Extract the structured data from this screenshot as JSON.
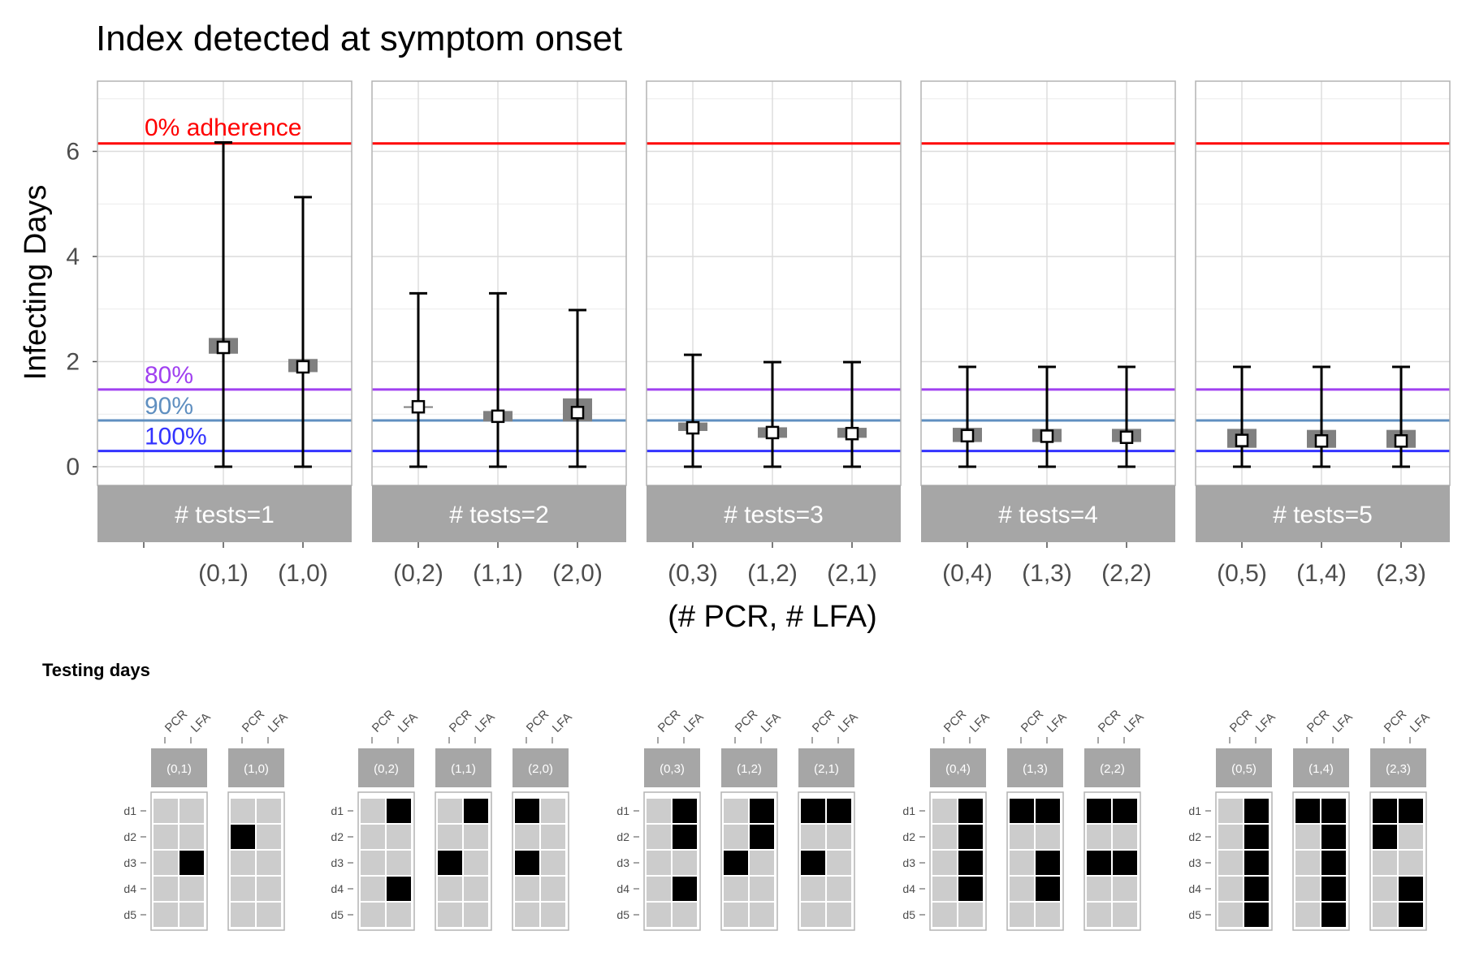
{
  "chart_data": {
    "type": "errorbar",
    "title": "Index detected at symptom onset",
    "ylabel": "Infecting Days",
    "xlabel": "(# PCR, # LFA)",
    "ylim": [
      -0.35,
      7.3
    ],
    "yticks": [
      0,
      2,
      4,
      6
    ],
    "grid": true,
    "reference_lines": [
      {
        "label": "0% adherence",
        "value": 6.15,
        "color": "#ff0000"
      },
      {
        "label": "80%",
        "value": 1.47,
        "color": "#a040f0"
      },
      {
        "label": "90%",
        "value": 0.88,
        "color": "#5f8fc0"
      },
      {
        "label": "100%",
        "value": 0.3,
        "color": "#3333ff"
      }
    ],
    "panels": [
      {
        "label": "# tests=1",
        "categories": [
          "",
          "(0,1)",
          "(1,0)"
        ],
        "points": [
          {
            "category": "(0,1)",
            "median": 2.27,
            "low": 0.0,
            "high": 6.17,
            "box_low": 2.15,
            "box_high": 2.45
          },
          {
            "category": "(1,0)",
            "median": 1.9,
            "low": 0.0,
            "high": 5.13,
            "box_low": 1.8,
            "box_high": 2.05
          }
        ]
      },
      {
        "label": "# tests=2",
        "categories": [
          "(0,2)",
          "(1,1)",
          "(2,0)"
        ],
        "points": [
          {
            "category": "(0,2)",
            "median": 1.14,
            "low": 0.0,
            "high": 3.3,
            "box_low": 1.13,
            "box_high": 1.15
          },
          {
            "category": "(1,1)",
            "median": 0.96,
            "low": 0.0,
            "high": 3.3,
            "box_low": 0.86,
            "box_high": 1.06
          },
          {
            "category": "(2,0)",
            "median": 1.03,
            "low": 0.0,
            "high": 2.98,
            "box_low": 0.86,
            "box_high": 1.3
          }
        ]
      },
      {
        "label": "# tests=3",
        "categories": [
          "(0,3)",
          "(1,2)",
          "(2,1)"
        ],
        "points": [
          {
            "category": "(0,3)",
            "median": 0.74,
            "low": 0.0,
            "high": 2.13,
            "box_low": 0.68,
            "box_high": 0.84
          },
          {
            "category": "(1,2)",
            "median": 0.65,
            "low": 0.0,
            "high": 1.99,
            "box_low": 0.55,
            "box_high": 0.75
          },
          {
            "category": "(2,1)",
            "median": 0.63,
            "low": 0.0,
            "high": 1.99,
            "box_low": 0.55,
            "box_high": 0.74
          }
        ]
      },
      {
        "label": "# tests=4",
        "categories": [
          "(0,4)",
          "(1,3)",
          "(2,2)"
        ],
        "points": [
          {
            "category": "(0,4)",
            "median": 0.59,
            "low": 0.0,
            "high": 1.9,
            "box_low": 0.47,
            "box_high": 0.74
          },
          {
            "category": "(1,3)",
            "median": 0.58,
            "low": 0.0,
            "high": 1.9,
            "box_low": 0.47,
            "box_high": 0.72
          },
          {
            "category": "(2,2)",
            "median": 0.56,
            "low": 0.0,
            "high": 1.9,
            "box_low": 0.47,
            "box_high": 0.72
          }
        ]
      },
      {
        "label": "# tests=5",
        "categories": [
          "(0,5)",
          "(1,4)",
          "(2,3)"
        ],
        "points": [
          {
            "category": "(0,5)",
            "median": 0.5,
            "low": 0.0,
            "high": 1.9,
            "box_low": 0.36,
            "box_high": 0.72
          },
          {
            "category": "(1,4)",
            "median": 0.49,
            "low": 0.0,
            "high": 1.9,
            "box_low": 0.36,
            "box_high": 0.7
          },
          {
            "category": "(2,3)",
            "median": 0.49,
            "low": 0.0,
            "high": 1.9,
            "box_low": 0.36,
            "box_high": 0.7
          }
        ]
      }
    ],
    "testing_days": {
      "title": "Testing days",
      "columns": [
        "PCR",
        "LFA"
      ],
      "rows": [
        "d1",
        "d2",
        "d3",
        "d4",
        "d5"
      ],
      "schedules": [
        [
          {
            "label": "(0,1)",
            "tests": [
              [
                0,
                0
              ],
              [
                0,
                0
              ],
              [
                0,
                1
              ],
              [
                0,
                0
              ],
              [
                0,
                0
              ]
            ]
          },
          {
            "label": "(1,0)",
            "tests": [
              [
                0,
                0
              ],
              [
                1,
                0
              ],
              [
                0,
                0
              ],
              [
                0,
                0
              ],
              [
                0,
                0
              ]
            ]
          }
        ],
        [
          {
            "label": "(0,2)",
            "tests": [
              [
                0,
                1
              ],
              [
                0,
                0
              ],
              [
                0,
                0
              ],
              [
                0,
                1
              ],
              [
                0,
                0
              ]
            ]
          },
          {
            "label": "(1,1)",
            "tests": [
              [
                0,
                1
              ],
              [
                0,
                0
              ],
              [
                1,
                0
              ],
              [
                0,
                0
              ],
              [
                0,
                0
              ]
            ]
          },
          {
            "label": "(2,0)",
            "tests": [
              [
                1,
                0
              ],
              [
                0,
                0
              ],
              [
                1,
                0
              ],
              [
                0,
                0
              ],
              [
                0,
                0
              ]
            ]
          }
        ],
        [
          {
            "label": "(0,3)",
            "tests": [
              [
                0,
                1
              ],
              [
                0,
                1
              ],
              [
                0,
                0
              ],
              [
                0,
                1
              ],
              [
                0,
                0
              ]
            ]
          },
          {
            "label": "(1,2)",
            "tests": [
              [
                0,
                1
              ],
              [
                0,
                1
              ],
              [
                1,
                0
              ],
              [
                0,
                0
              ],
              [
                0,
                0
              ]
            ]
          },
          {
            "label": "(2,1)",
            "tests": [
              [
                1,
                1
              ],
              [
                0,
                0
              ],
              [
                1,
                0
              ],
              [
                0,
                0
              ],
              [
                0,
                0
              ]
            ]
          }
        ],
        [
          {
            "label": "(0,4)",
            "tests": [
              [
                0,
                1
              ],
              [
                0,
                1
              ],
              [
                0,
                1
              ],
              [
                0,
                1
              ],
              [
                0,
                0
              ]
            ]
          },
          {
            "label": "(1,3)",
            "tests": [
              [
                1,
                1
              ],
              [
                0,
                0
              ],
              [
                0,
                1
              ],
              [
                0,
                1
              ],
              [
                0,
                0
              ]
            ]
          },
          {
            "label": "(2,2)",
            "tests": [
              [
                1,
                1
              ],
              [
                0,
                0
              ],
              [
                1,
                1
              ],
              [
                0,
                0
              ],
              [
                0,
                0
              ]
            ]
          }
        ],
        [
          {
            "label": "(0,5)",
            "tests": [
              [
                0,
                1
              ],
              [
                0,
                1
              ],
              [
                0,
                1
              ],
              [
                0,
                1
              ],
              [
                0,
                1
              ]
            ]
          },
          {
            "label": "(1,4)",
            "tests": [
              [
                1,
                1
              ],
              [
                0,
                1
              ],
              [
                0,
                1
              ],
              [
                0,
                1
              ],
              [
                0,
                1
              ]
            ]
          },
          {
            "label": "(2,3)",
            "tests": [
              [
                1,
                1
              ],
              [
                1,
                0
              ],
              [
                0,
                0
              ],
              [
                0,
                1
              ],
              [
                0,
                1
              ]
            ]
          }
        ]
      ]
    }
  }
}
